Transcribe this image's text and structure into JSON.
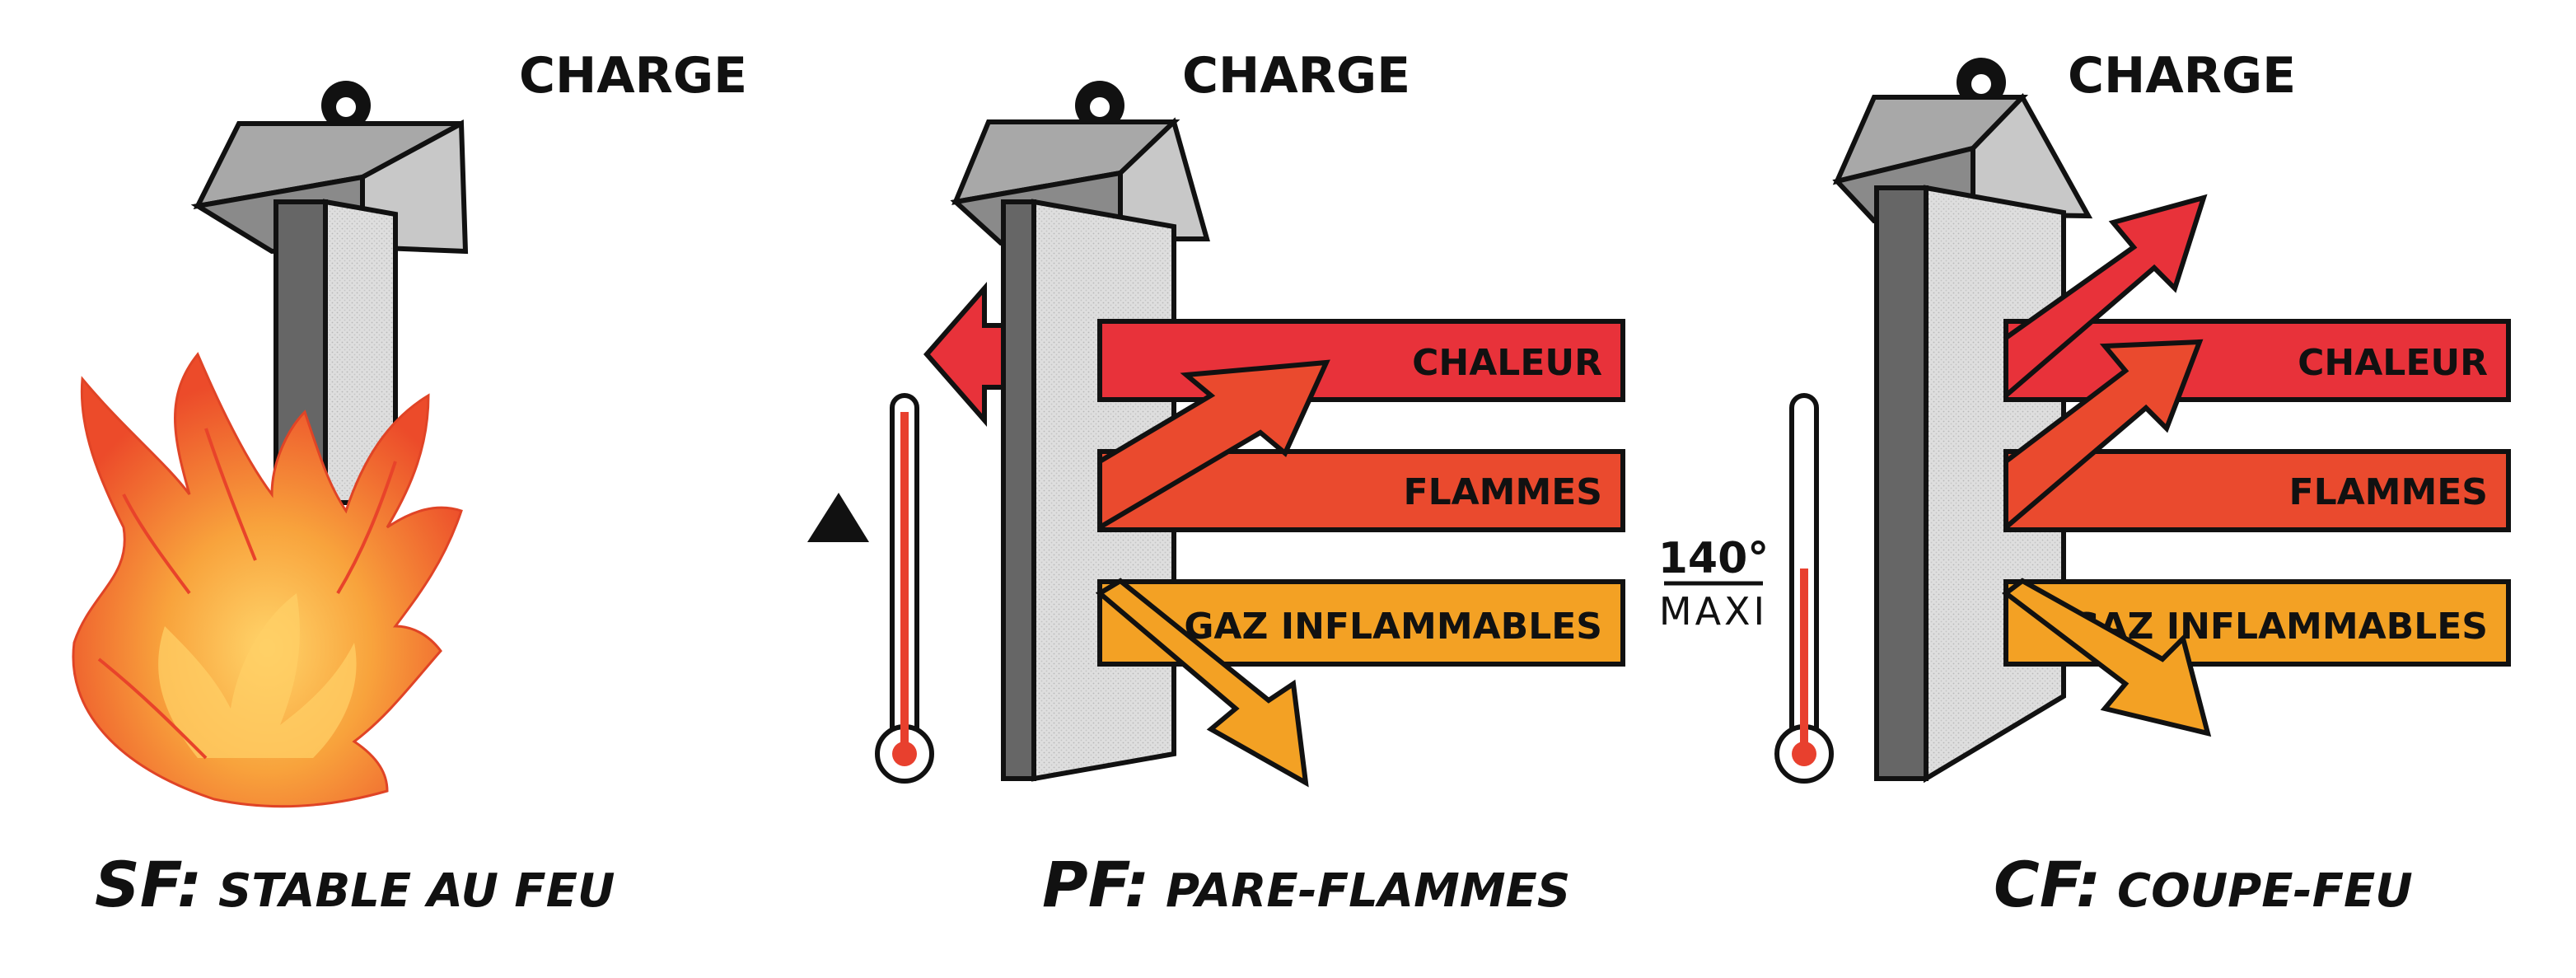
{
  "colors": {
    "heat_red": "#e8323a",
    "flame_red": "#ea4a2e",
    "gas_orange": "#f3a124",
    "fire_orange": "#f68a2c",
    "column_light": "#dcdcdc",
    "column_dark": "#666666",
    "cap_gray": "#9c9c9c",
    "outline": "#111111",
    "mercury": "#e8402e"
  },
  "panels": [
    {
      "load_label": "CHARGE",
      "caption_abbr": "SF",
      "caption_sep": ":",
      "caption_text": "STABLE AU FEU"
    },
    {
      "load_label": "CHARGE",
      "caption_abbr": "PF",
      "caption_sep": ":",
      "caption_text": "PARE-FLAMMES",
      "bands": [
        "CHALEUR",
        "FLAMMES",
        "GAZ INFLAMMABLES"
      ],
      "temperature_trend": "rising"
    },
    {
      "load_label": "CHARGE",
      "caption_abbr": "CF",
      "caption_sep": ":",
      "caption_text": "COUPE-FEU",
      "bands": [
        "CHALEUR",
        "FLAMMES",
        "GAZ INFLAMMABLES"
      ],
      "temperature_value": "140°",
      "temperature_unit": "MAXI"
    }
  ]
}
